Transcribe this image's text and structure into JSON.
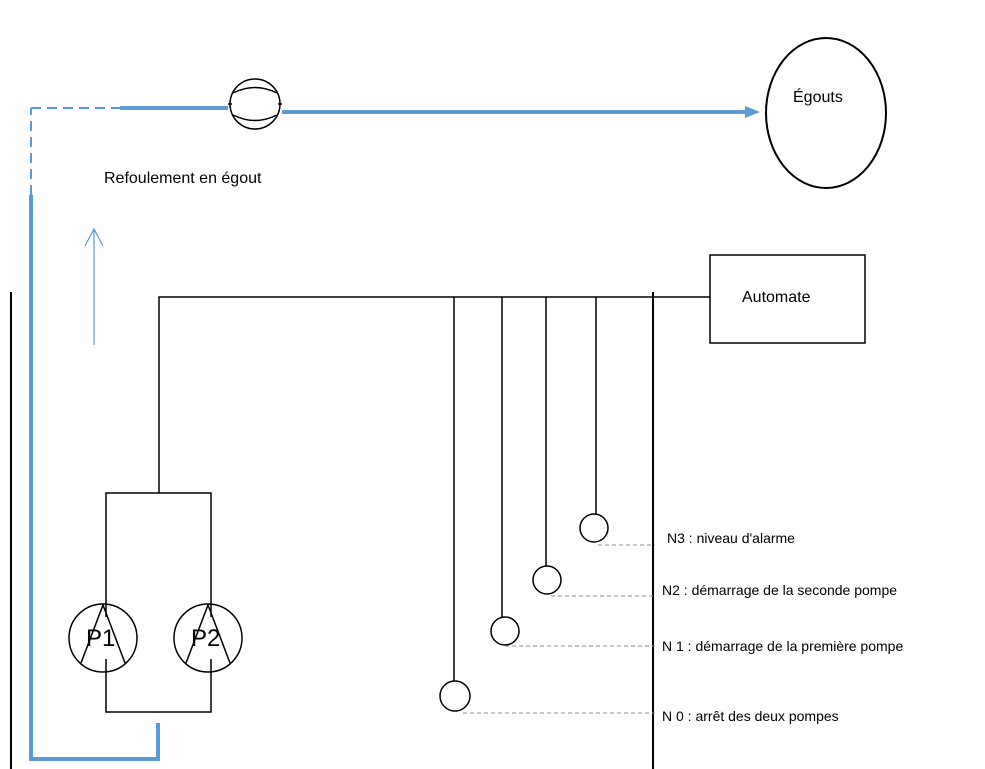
{
  "diagram": {
    "sewer_label": "Égouts",
    "discharge_label": "Refoulement en égout",
    "controller_label": "Automate",
    "pumps": [
      {
        "label": "P1"
      },
      {
        "label": "P2"
      }
    ],
    "levels": [
      {
        "label": "N3 : niveau d'alarme"
      },
      {
        "label": "N2 : démarrage de la seconde pompe"
      },
      {
        "label": "N 1 : démarrage de la première pompe"
      },
      {
        "label": "N 0 : arrêt des deux pompes"
      }
    ],
    "colors": {
      "pipe": "#5b9bd5",
      "line": "#000000",
      "dashed_leader": "#8c8c8c"
    }
  }
}
